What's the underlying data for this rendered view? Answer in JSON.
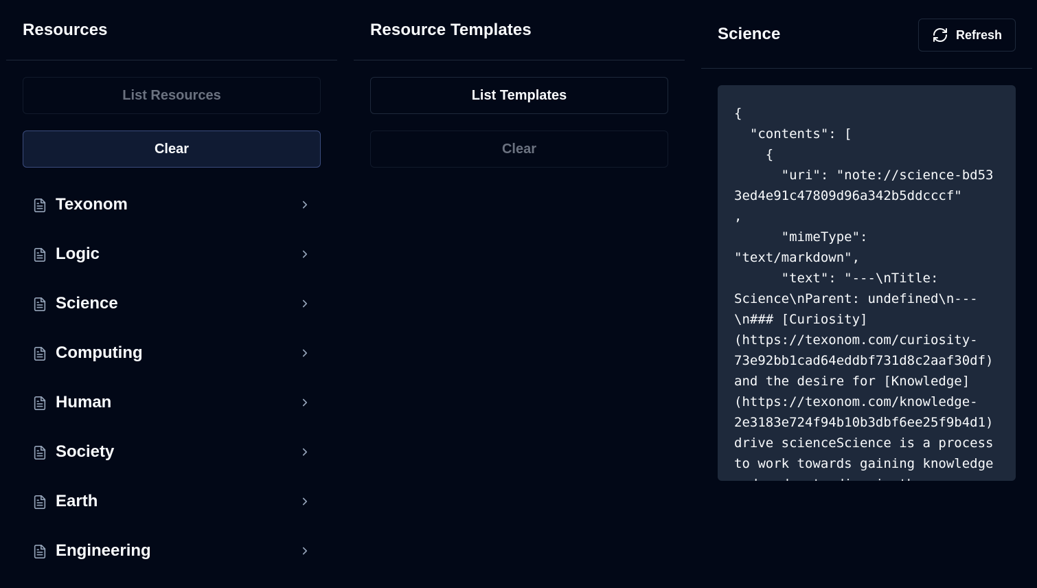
{
  "resources": {
    "title": "Resources",
    "list_button": "List Resources",
    "clear_button": "Clear",
    "items": [
      {
        "label": "Texonom"
      },
      {
        "label": "Logic"
      },
      {
        "label": "Science"
      },
      {
        "label": "Computing"
      },
      {
        "label": "Human"
      },
      {
        "label": "Society"
      },
      {
        "label": "Earth"
      },
      {
        "label": "Engineering"
      }
    ]
  },
  "templates": {
    "title": "Resource Templates",
    "list_button": "List Templates",
    "clear_button": "Clear"
  },
  "detail": {
    "title": "Science",
    "refresh_button": "Refresh",
    "content": "{\n  \"contents\": [\n    {\n      \"uri\": \"note://science-bd533ed4e91c47809d96a342b5ddcccf\"\n,\n      \"mimeType\":\n\"text/markdown\",\n      \"text\": \"---\\nTitle:\nScience\\nParent: undefined\\n---\n\\n### [Curiosity]\n(https://texonom.com/curiosity-\n73e92bb1cad64eddbf731d8c2aaf30df)\nand the desire for [Knowledge]\n(https://texonom.com/knowledge-\n2e3183e724f94b10b3dbf6ee25f9b4d1)\ndrive scienceScience is a process\nto work towards gaining knowledge\nand understanding in the"
  },
  "colors": {
    "background": "#020817",
    "border": "#1e293b",
    "code_background": "#1e293b",
    "text": "#f8fafc",
    "muted_text": "#6b7280"
  }
}
